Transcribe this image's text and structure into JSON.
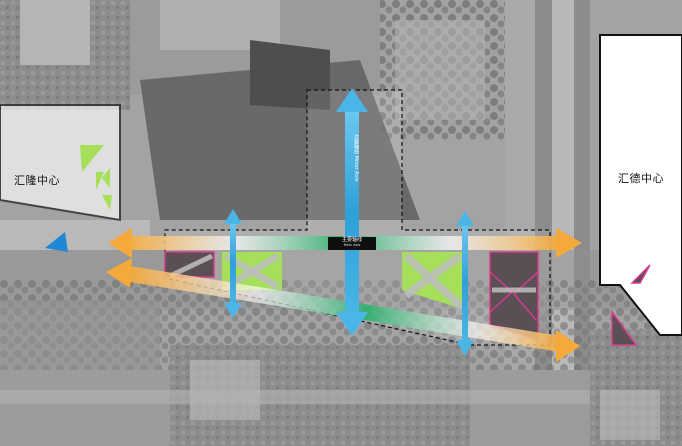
{
  "buildings": {
    "left_label": "汇隆中心",
    "right_label": "汇德中心"
  },
  "axes": {
    "main_axis_cn": "主要轴线",
    "main_axis_en": "Main Axis",
    "minor_axis_cn": "次要轴线",
    "minor_axis_en": "Minor Axis"
  },
  "colors": {
    "arrow_orange": "#f4a93a",
    "arrow_blue": "#4ab6e8",
    "axis_green": "#2fae6e",
    "lawn_green": "#a6e05a",
    "dark_plot": "#5a4f55",
    "plot_outline": "#d63c8a",
    "outline_dashed": "#111111",
    "building_fill": "#ffffff"
  }
}
